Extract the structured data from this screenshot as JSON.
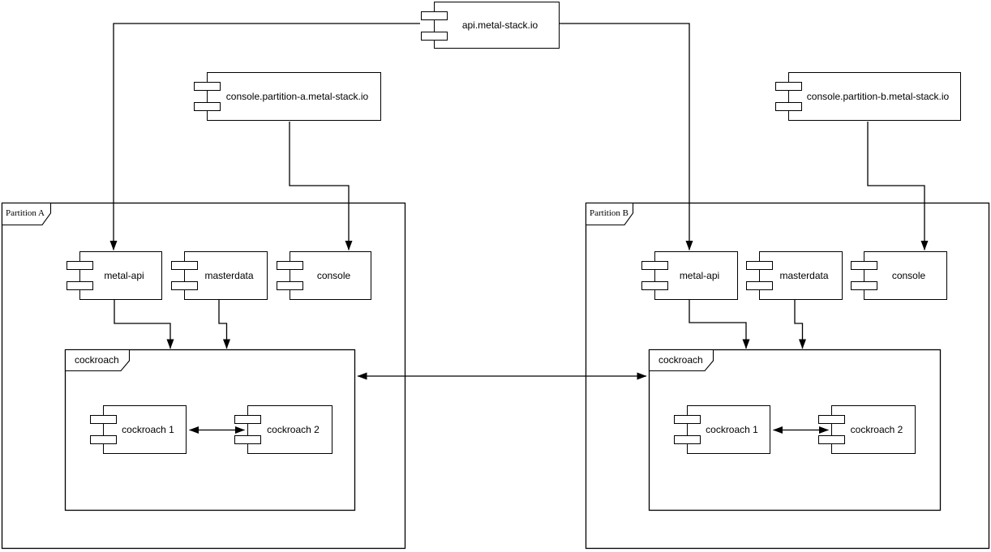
{
  "colors": {
    "stroke": "#000000",
    "background": "#ffffff"
  },
  "api": {
    "label": "api.metal-stack.io"
  },
  "consoleA": {
    "label": "console.partition-a.metal-stack.io"
  },
  "consoleB": {
    "label": "console.partition-b.metal-stack.io"
  },
  "partitionA": {
    "label": "Partition A",
    "metal_api": "metal-api",
    "masterdata": "masterdata",
    "console": "console",
    "cockroach": {
      "label": "cockroach",
      "node1": "cockroach 1",
      "node2": "cockroach 2"
    }
  },
  "partitionB": {
    "label": "Partition B",
    "metal_api": "metal-api",
    "masterdata": "masterdata",
    "console": "console",
    "cockroach": {
      "label": "cockroach",
      "node1": "cockroach 1",
      "node2": "cockroach 2"
    }
  }
}
